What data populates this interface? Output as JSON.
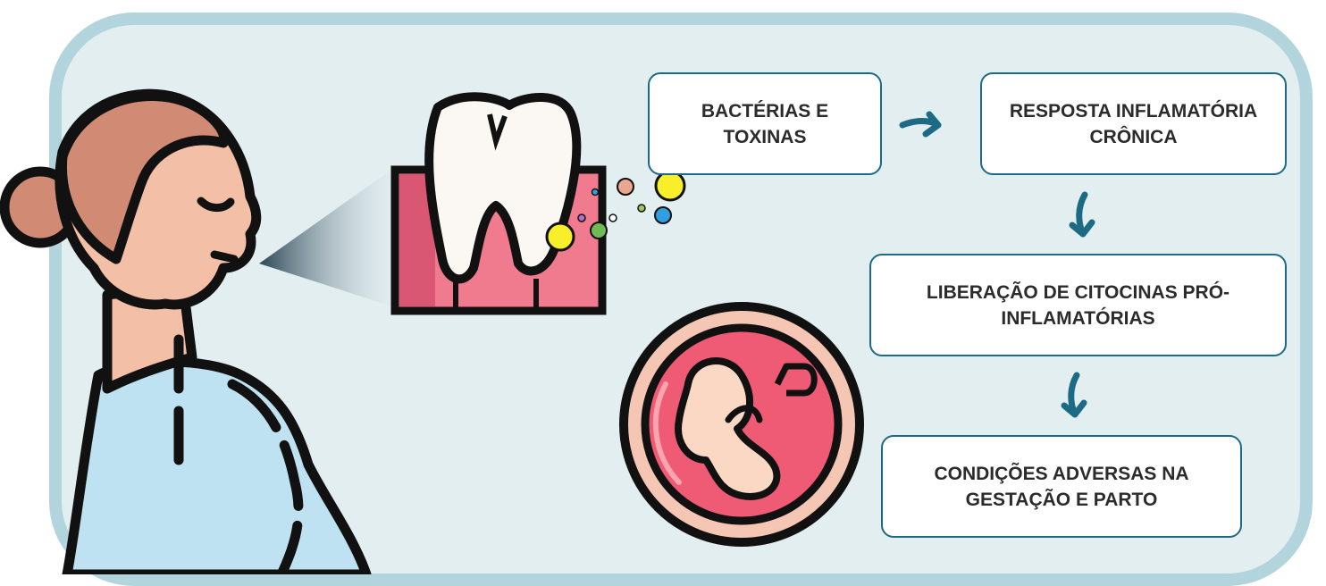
{
  "flow": {
    "step1": "BACTÉRIAS E TOXINAS",
    "step2": "RESPOSTA INFLAMATÓRIA CRÔNICA",
    "step3": "LIBERAÇÃO DE CITOCINAS PRÓ-INFLAMATÓRIAS",
    "step4": "CONDIÇÕES ADVERSAS NA GESTAÇÃO E PARTO"
  },
  "icons": [
    "pregnant-woman-icon",
    "tooth-gum-icon",
    "bacteria-dots-icon",
    "fetus-icon",
    "arrow-right-icon",
    "arrow-down-icon"
  ],
  "colors": {
    "panel_bg": "#e3eef1",
    "panel_border": "#b2d4dc",
    "box_border": "#1d6a85",
    "arrow": "#1d6a85",
    "gum": "#f07b8e",
    "fetus_circle": "#ef5a74"
  }
}
